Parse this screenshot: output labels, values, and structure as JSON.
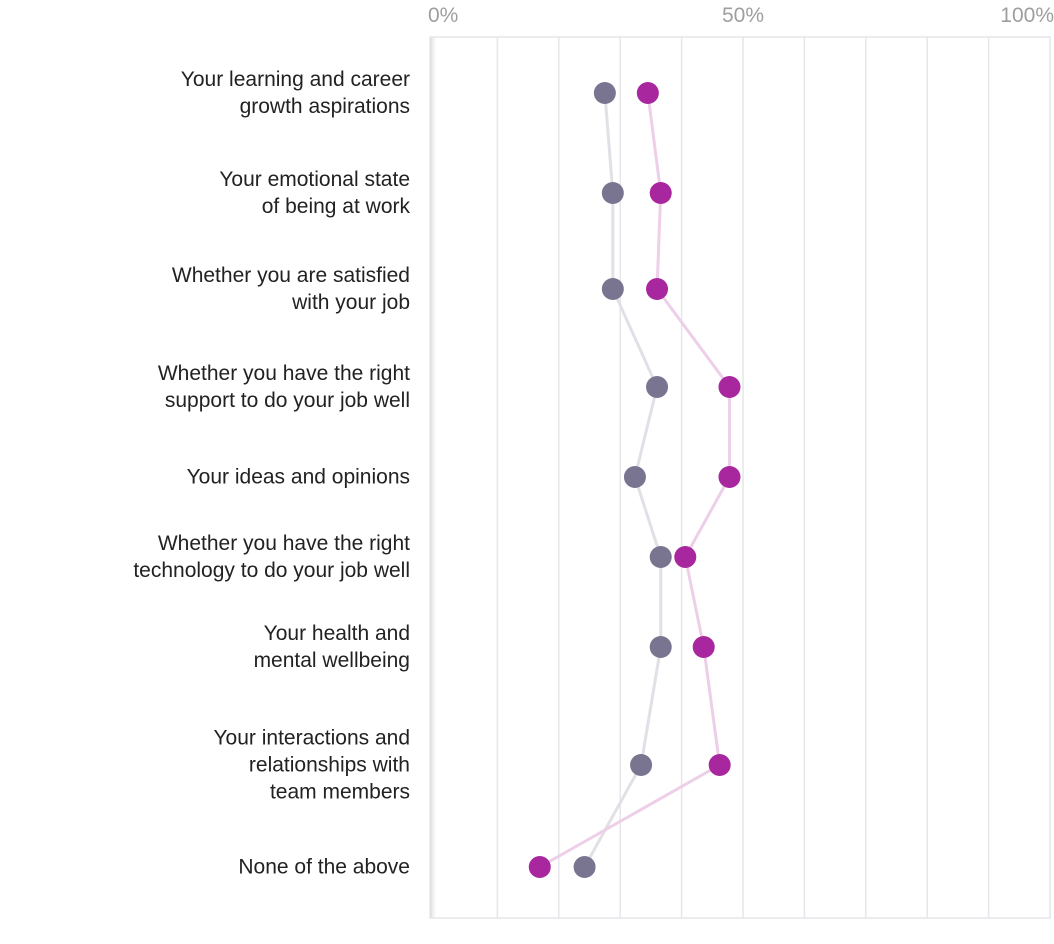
{
  "chart_data": {
    "type": "scatter",
    "x_axis": {
      "range": [
        0,
        100
      ],
      "ticks": [
        0,
        50,
        100
      ],
      "tick_labels": [
        "0%",
        "50%",
        "100%"
      ],
      "position": "top"
    },
    "grid": true,
    "categories": [
      "Your learning and career\ngrowth aspirations",
      "Your emotional state\nof being at work",
      "Whether you are satisfied\nwith your job",
      "Whether you have the right\nsupport to do your job well",
      "Your ideas and opinions",
      "Whether you have the right\ntechnology to do your job well",
      "Your health and\nmental wellbeing",
      "Your interactions and\nrelationships with\nteam members",
      "None of the above"
    ],
    "series": [
      {
        "color": "#797590",
        "line_color": "#e2e0e6",
        "values": [
          27.5,
          28.8,
          28.8,
          36,
          32.4,
          36.6,
          36.6,
          33.4,
          24.2
        ]
      },
      {
        "color": "#a8279e",
        "line_color": "#edcfe8",
        "values": [
          34.5,
          36.6,
          36,
          47.8,
          47.8,
          40.6,
          43.6,
          46.2,
          16.9
        ]
      }
    ]
  }
}
